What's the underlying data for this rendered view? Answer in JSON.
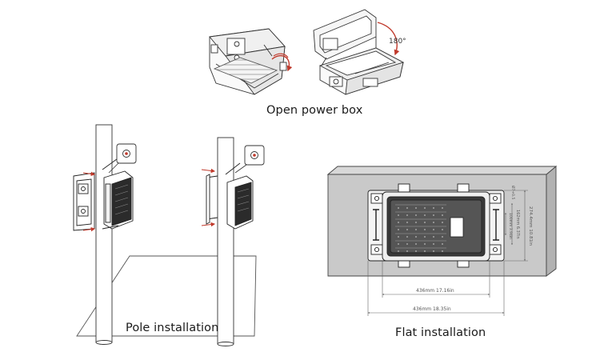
{
  "captions": {
    "open_power_box": "Open power box",
    "pole_installation": "Pole installation",
    "flat_installation": "Flat installation"
  },
  "labels": {
    "rotation_angle": "180°",
    "width_inner": "436mm 17.16in",
    "width_outer": "436mm 18.35in",
    "height_outer": "274.4mm 10.81in",
    "height_inner": "162mm 6.37in",
    "height_small": "100mm 3.94in",
    "height_hole": "Ø7+0.5"
  },
  "colors": {
    "arrow": "#c0392b",
    "wall": "#c9c9c9",
    "line": "#333333"
  }
}
